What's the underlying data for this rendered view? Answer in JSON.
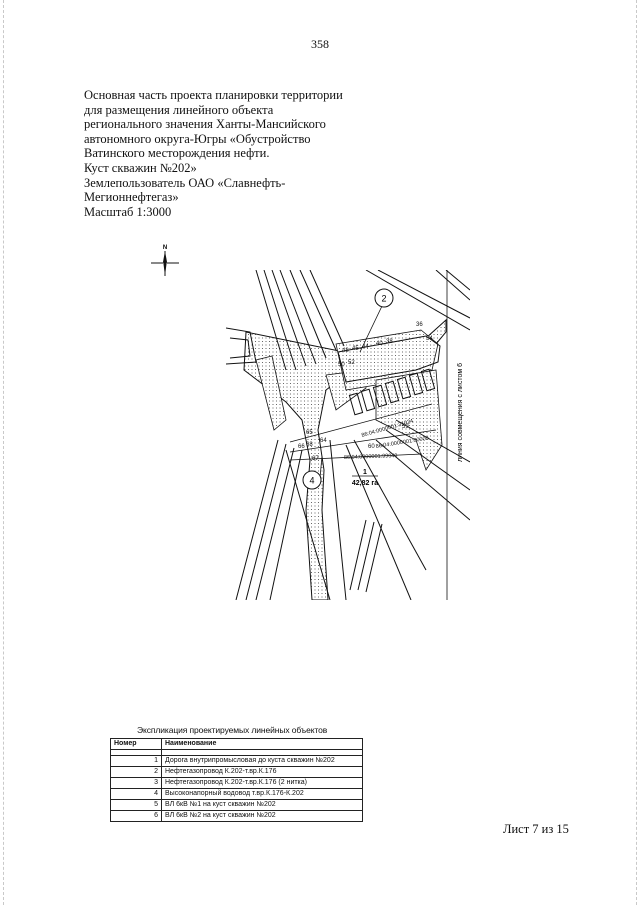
{
  "page_number": "358",
  "title_lines": [
    "Основная часть проекта планировки территории",
    "для размещения линейного объекта",
    "регионального значения Ханты-Мансийского",
    "автономного округа-Югры «Обустройство",
    "Ватинского месторождения нефти.",
    "Куст скважин №202»",
    "Землепользователь ОАО «Славнефть-",
    "Мегионнефтегаз»",
    "Масштаб 1:3000"
  ],
  "north_label": "N",
  "map": {
    "match_line_label": "линия совмещения с листом 6",
    "area_number": "1",
    "area_size": "42,82 га",
    "circle_labels": [
      "2",
      "4"
    ],
    "point_labels": [
      "48",
      "45",
      "44",
      "40",
      "38",
      "36",
      "54",
      "50",
      "52",
      "59",
      "60",
      "65",
      "64",
      "68",
      "66",
      "67"
    ],
    "parcel_labels": [
      "86:04:0000001:31024",
      "86:04:0000001:99040",
      "86:04:0000001:00000"
    ]
  },
  "legend": {
    "title": "Экспликация проектируемых линейных объектов",
    "headers": [
      "Номер",
      "Наименование"
    ],
    "rows": [
      {
        "num": "1",
        "name": "Дорога внутрипромысловая до куста скважин №202"
      },
      {
        "num": "2",
        "name": "Нефтегазопровод К.202-т.вр.К.176"
      },
      {
        "num": "3",
        "name": "Нефтегазопровод К.202-т.вр.К.176 (2 нитка)"
      },
      {
        "num": "4",
        "name": "Высоконапорный водовод т.вр.К.176-К.202"
      },
      {
        "num": "5",
        "name": "ВЛ 6кВ №1 на куст скважин №202"
      },
      {
        "num": "6",
        "name": "ВЛ 6кВ №2 на куст скважин №202"
      }
    ]
  },
  "sheet_label": "Лист 7 из 15"
}
